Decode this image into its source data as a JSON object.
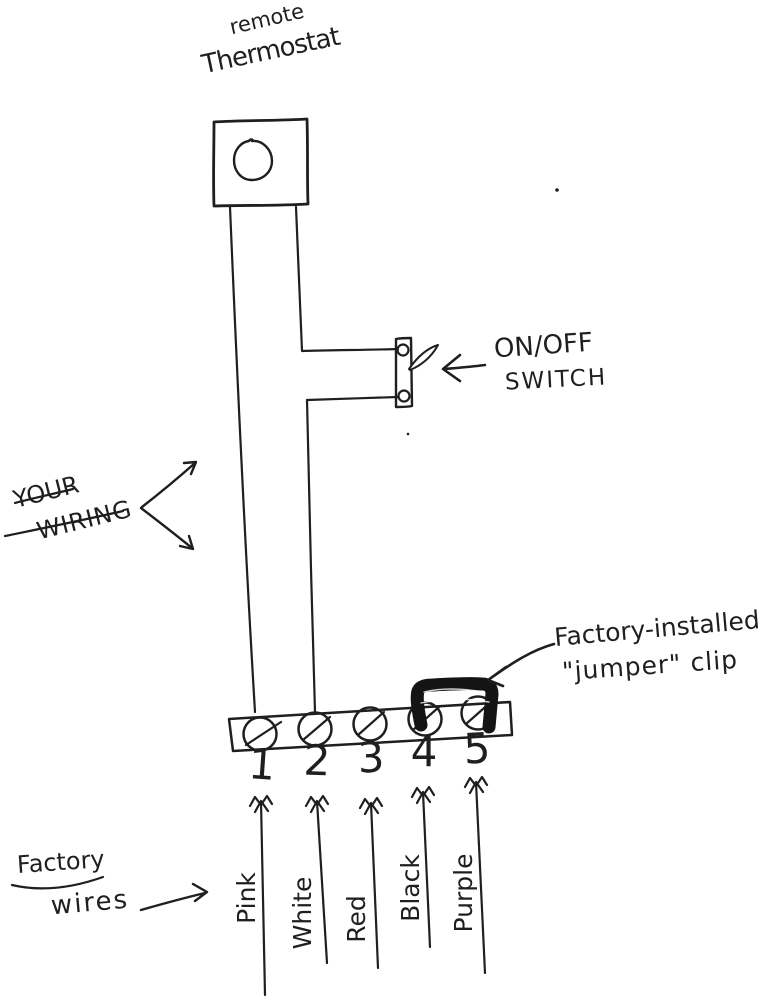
{
  "ink_color": "#1f1f1f",
  "paper_color": "#ffffff",
  "thermostat": {
    "label_top": "remote",
    "label_bottom": "Thermostat"
  },
  "switch": {
    "label_top": "ON/OFF",
    "label_bottom": "SWITCH"
  },
  "your_wiring": {
    "word1": "YOUR",
    "word2": "WIRING"
  },
  "jumper_note": {
    "line1": "Factory-installed",
    "line2": "\"jumper\" clip"
  },
  "factory_wires_note": {
    "word1": "Factory",
    "word2": "wires"
  },
  "terminals": [
    {
      "number": "1",
      "wire_color": "Pink"
    },
    {
      "number": "2",
      "wire_color": "White"
    },
    {
      "number": "3",
      "wire_color": "Red"
    },
    {
      "number": "4",
      "wire_color": "Black"
    },
    {
      "number": "5",
      "wire_color": "Purple"
    }
  ]
}
